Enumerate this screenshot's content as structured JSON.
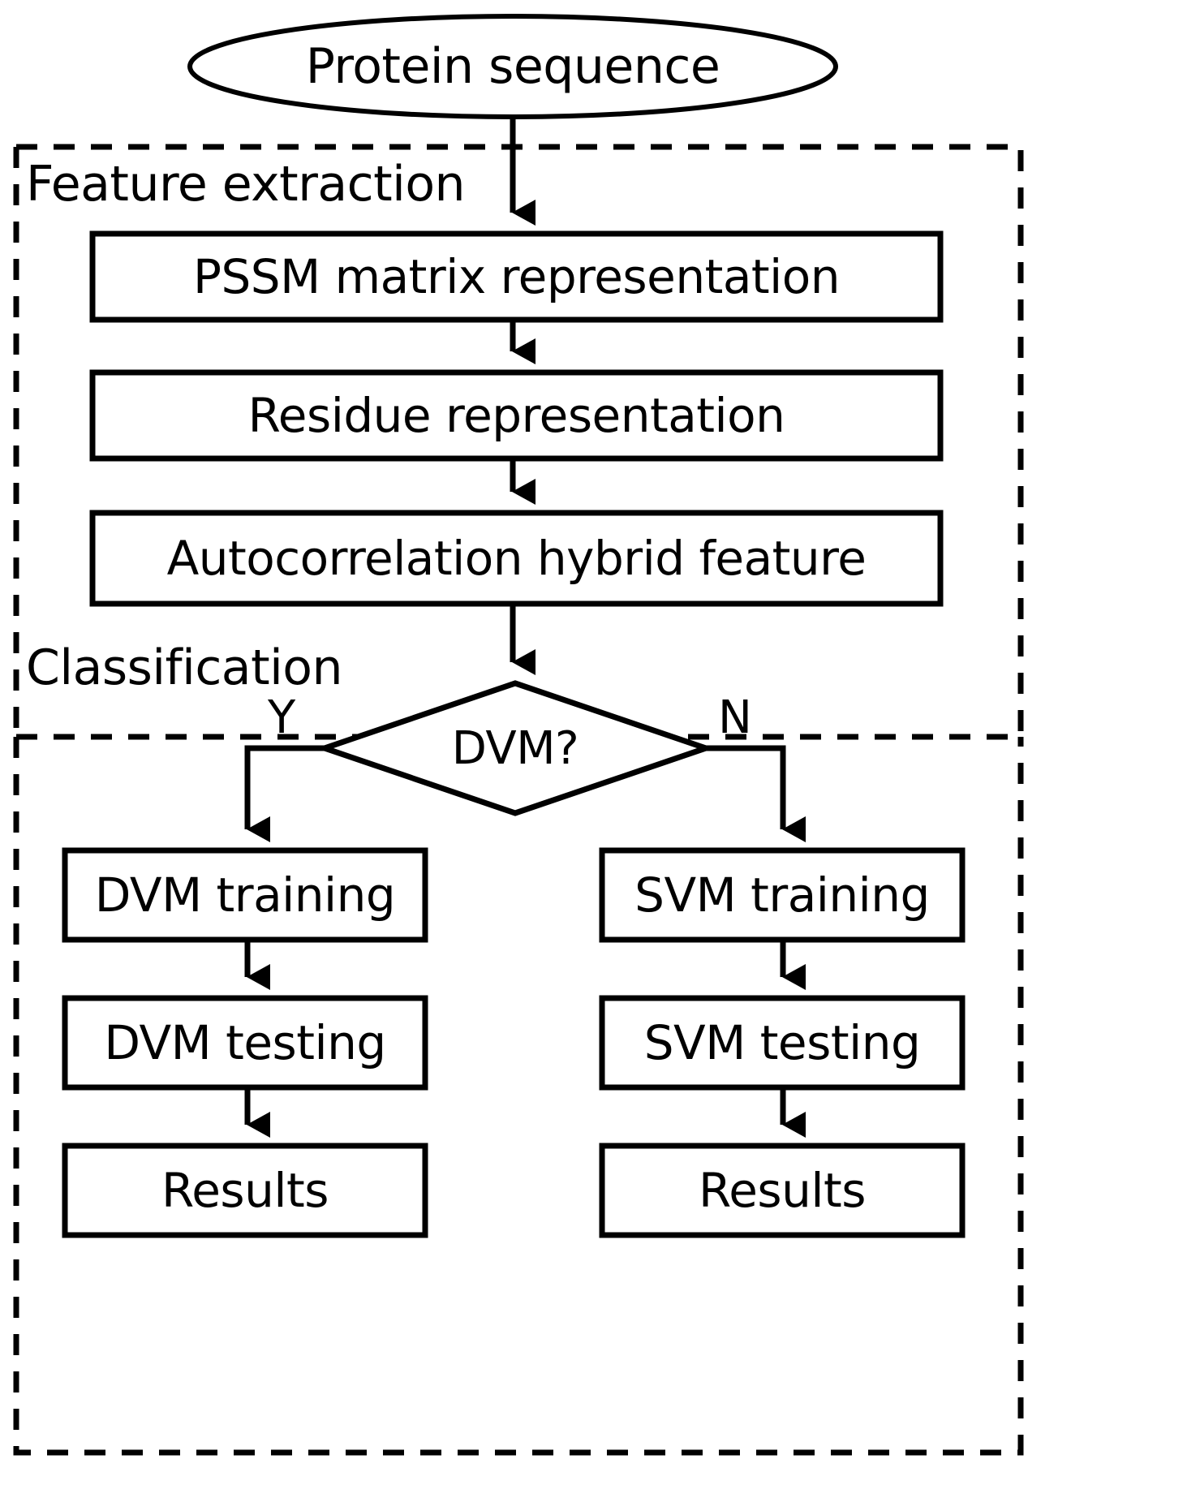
{
  "diagram": {
    "title_terminator": "Protein sequence",
    "sections": [
      {
        "id": "feature-extraction",
        "label": "Feature extraction"
      },
      {
        "id": "classification",
        "label": "Classification"
      }
    ],
    "feature_steps": [
      {
        "id": "pssm",
        "label": "PSSM matrix representation"
      },
      {
        "id": "residue",
        "label": "Residue representation"
      },
      {
        "id": "autocorrelation",
        "label": "Autocorrelation hybrid feature"
      }
    ],
    "decision": {
      "id": "dvm-decision",
      "label": "DVM?"
    },
    "branch_labels": {
      "yes": "Y",
      "no": "N"
    },
    "left_branch": [
      {
        "id": "dvm-training",
        "label": "DVM training"
      },
      {
        "id": "dvm-testing",
        "label": "DVM testing"
      },
      {
        "id": "dvm-results",
        "label": "Results"
      }
    ],
    "right_branch": [
      {
        "id": "svm-training",
        "label": "SVM training"
      },
      {
        "id": "svm-testing",
        "label": "SVM testing"
      },
      {
        "id": "svm-results",
        "label": "Results"
      }
    ],
    "colors": {
      "stroke": "#000000",
      "fill": "#ffffff",
      "background": "#ffffff"
    }
  }
}
